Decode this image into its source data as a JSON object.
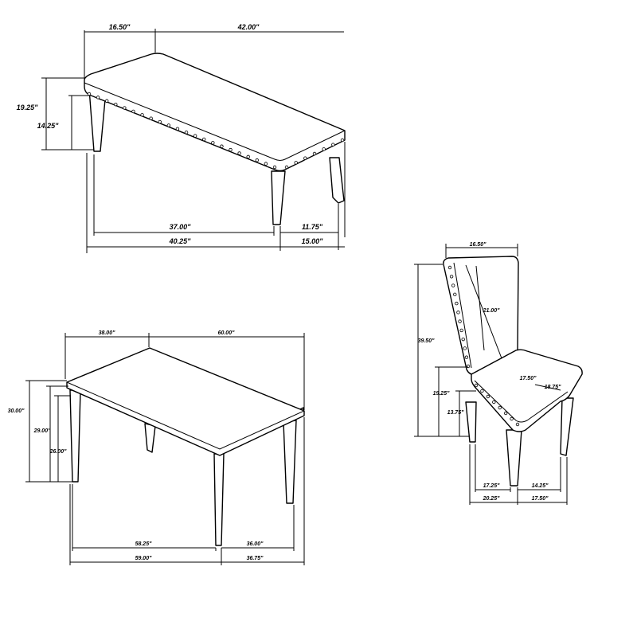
{
  "bench": {
    "depth": "16.50\"",
    "length": "42.00\"",
    "overall_height": "19.25\"",
    "seat_height": "14.25\"",
    "leg_span_inner": "37.00\"",
    "side_inner": "11.75\"",
    "leg_span_outer": "40.25\"",
    "side_outer": "15.00\""
  },
  "table": {
    "depth": "38.00\"",
    "length": "60.00\"",
    "overall_height": "30.00\"",
    "apron_height": "29.00\"",
    "leg_height": "26.00\"",
    "leg_span_inner": "58.25\"",
    "side_inner": "36.00\"",
    "leg_span_outer": "59.00\"",
    "side_outer": "36.75\""
  },
  "chair": {
    "back_width": "16.50\"",
    "overall_height": "39.50\"",
    "back_height": "21.00\"",
    "seat_width": "17.50\"",
    "seat_depth": "18.75\"",
    "seat_height": "19.25\"",
    "seat_inner_height": "13.75\"",
    "leg_inner_a": "17.25\"",
    "leg_inner_b": "14.25\"",
    "leg_outer_a": "20.25\"",
    "leg_outer_b": "17.50\""
  }
}
